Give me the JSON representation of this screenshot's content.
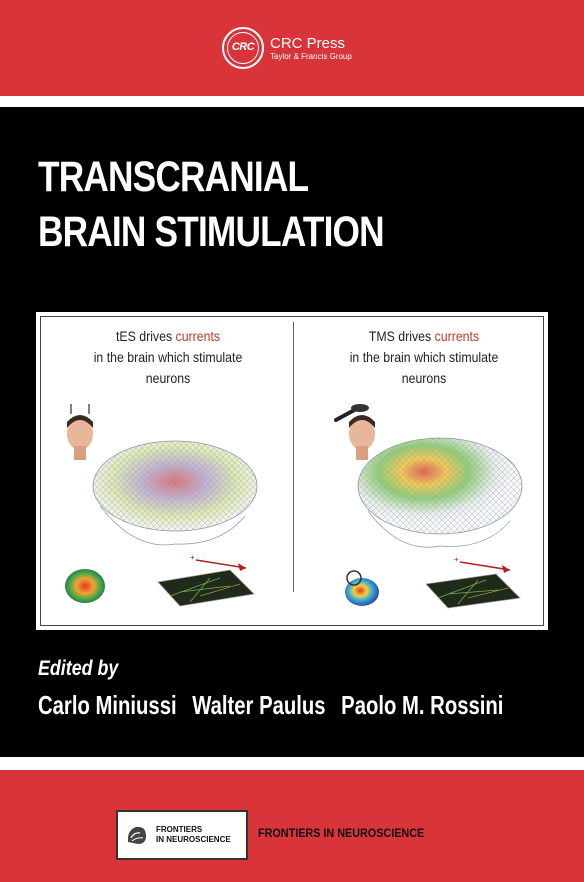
{
  "publisher": {
    "seal_text": "CRC",
    "name": "CRC Press",
    "group": "Taylor & Francis Group"
  },
  "book": {
    "title_line1": "TRANSCRANIAL",
    "title_line2": "BRAIN STIMULATION"
  },
  "figure": {
    "left_caption": {
      "line1_prefix": "tES drives ",
      "line1_highlight": "currents",
      "line2": "in the brain which stimulate",
      "line3": "neurons"
    },
    "right_caption": {
      "line1_prefix": "TMS drives ",
      "line1_highlight": "currents",
      "line2": "in the brain which stimulate",
      "line3": "neurons"
    }
  },
  "editors": {
    "label": "Edited by",
    "names": [
      "Carlo Miniussi",
      "Walter Paulus",
      "Paolo M. Rossini"
    ]
  },
  "series": {
    "logo_line1": "FRONTIERS",
    "logo_line2": "IN NEUROSCIENCE",
    "name": "FRONTIERS IN NEUROSCIENCE"
  },
  "colors": {
    "band_red": "#d8343a",
    "panel_black": "#000000",
    "highlight_red": "#c0392b"
  }
}
